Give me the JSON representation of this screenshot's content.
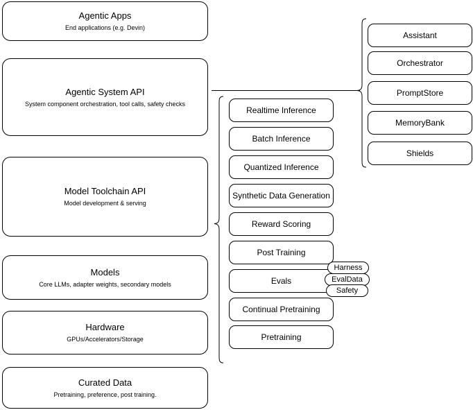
{
  "diagram": {
    "layers": [
      {
        "id": "agentic-apps",
        "title": "Agentic Apps",
        "subtitle": "End applications (e.g. Devin)"
      },
      {
        "id": "agentic-system-api",
        "title": "Agentic System API",
        "subtitle": "System component orchestration, tool calls, safety checks"
      },
      {
        "id": "model-toolchain-api",
        "title": "Model Toolchain API",
        "subtitle": "Model development & serving"
      },
      {
        "id": "models",
        "title": "Models",
        "subtitle": "Core LLMs, adapter weights, secondary models"
      },
      {
        "id": "hardware",
        "title": "Hardware",
        "subtitle": "GPUs/Accelerators/Storage"
      },
      {
        "id": "curated-data",
        "title": "Curated Data",
        "subtitle": "Pretraining, preference, post training."
      }
    ],
    "toolchain_components": [
      {
        "id": "realtime-inference",
        "label": "Realtime Inference"
      },
      {
        "id": "batch-inference",
        "label": "Batch Inference"
      },
      {
        "id": "quantized-inference",
        "label": "Quantized Inference"
      },
      {
        "id": "synthetic-data-generation",
        "label": "Synthetic Data Generation"
      },
      {
        "id": "reward-scoring",
        "label": "Reward Scoring"
      },
      {
        "id": "post-training",
        "label": "Post Training"
      },
      {
        "id": "evals",
        "label": "Evals"
      },
      {
        "id": "continual-pretraining",
        "label": "Continual Pretraining"
      },
      {
        "id": "pretraining",
        "label": "Pretraining"
      }
    ],
    "evals_badges": [
      {
        "id": "harness",
        "label": "Harness"
      },
      {
        "id": "evaldata",
        "label": "EvalData"
      },
      {
        "id": "safety",
        "label": "Safety"
      }
    ],
    "system_components": [
      {
        "id": "assistant",
        "label": "Assistant"
      },
      {
        "id": "orchestrator",
        "label": "Orchestrator"
      },
      {
        "id": "promptstore",
        "label": "PromptStore"
      },
      {
        "id": "memorybank",
        "label": "MemoryBank"
      },
      {
        "id": "shields",
        "label": "Shields"
      }
    ],
    "colors": {
      "stroke": "#000000",
      "background": "#ffffff",
      "text": "#000000"
    }
  }
}
